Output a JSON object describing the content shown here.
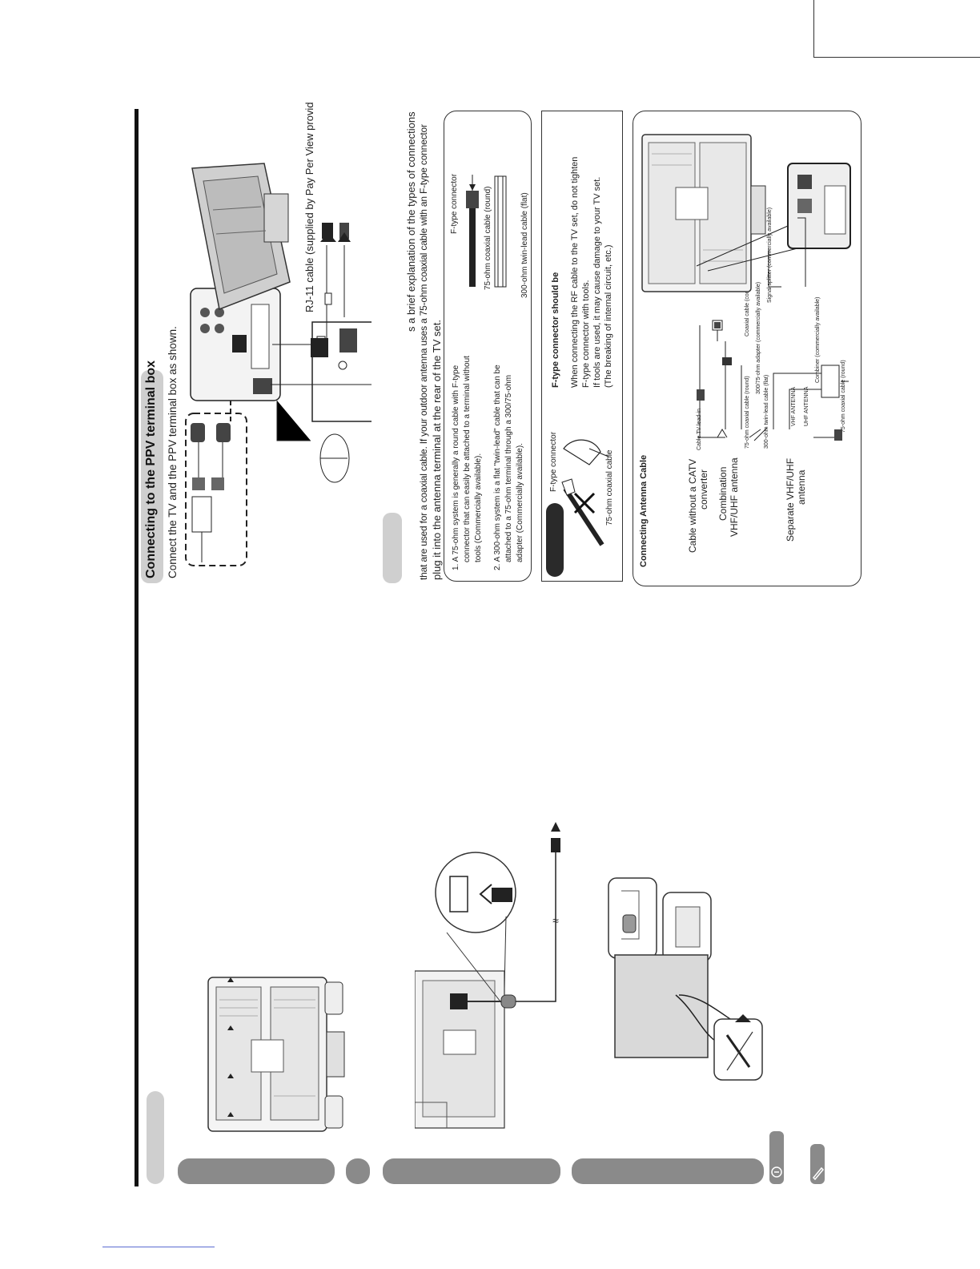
{
  "ppv_section": {
    "title": "Connecting to the PPV terminal box",
    "subtitle": "Connect the TV and the PPV terminal box as shown.",
    "rj11_label": "RJ-11 cable (supplied by Pay Per View provid"
  },
  "antenna_intro": {
    "line1": "s a brief explanation of the types of connections",
    "line2": "that are used for a coaxial cable. If your outdoor antenna uses a 75-ohm coaxial cable with an F-type connector",
    "line3": "plug it into the antenna terminal at the rear of the TV set."
  },
  "cable_types": {
    "item1_line1": "1. A 75-ohm system is generally a round cable with F-type",
    "item1_line2": "connector that can easily be attached to a terminal without",
    "item1_line3": "tools (Commercially available).",
    "item2_line1": "2. A 300-ohm system is a flat \"twin-lead\" cable that can be",
    "item2_line2": "attached to a 75-ohm terminal through a 300/75-ohm",
    "item2_line3": "adapter (Commercially available).",
    "f_type_connector": "F-type connector",
    "coax_round": "75-ohm coaxial cable (round)",
    "twin_lead_flat": "300-ohm twin-lead cable (flat)"
  },
  "ftype_note": {
    "heading": "F-type connector should be",
    "line1": "When connecting the RF cable to the TV set, do not tighten",
    "line2": "F-type connector with tools.",
    "line3": "If tools are used, it may cause damage to your TV set.",
    "line4": "(The breaking of internal circuit, etc.)",
    "f_type_connector": "F-type connector",
    "coax_cable": "75-ohm coaxial cable"
  },
  "antenna_cable": {
    "heading": "Connecting Antenna Cable",
    "cable_without": "Cable without a CATV",
    "converter": "converter",
    "combination": "Combination",
    "vhf_uhf_antenna": "VHF/UHF antenna",
    "separate": "Separate VHF/UHF",
    "antenna": "antenna",
    "small": {
      "cable_tv_lead_in": "Cable TV lead-in",
      "coax_round": "75-ohm coaxial cable (round)",
      "twin_lead_flat": "300-ohm twin-lead cable (flat)",
      "adapter": "300/75-ohm adapter (commercially available)",
      "vhf_antenna": "VHF ANTENNA",
      "uhf_antenna": "UHF ANTENNA",
      "combiner": "Combiner (commercially available)",
      "coaxial_cable": "Coaxial cable (commercially available)",
      "splitter": "Signal splitter (commercially available)"
    }
  },
  "colors": {
    "tab_gray": "#8a8a8a",
    "tab_light": "#cfcfcf",
    "dark_tab": "#2a2a2a",
    "ink": "#222222"
  }
}
